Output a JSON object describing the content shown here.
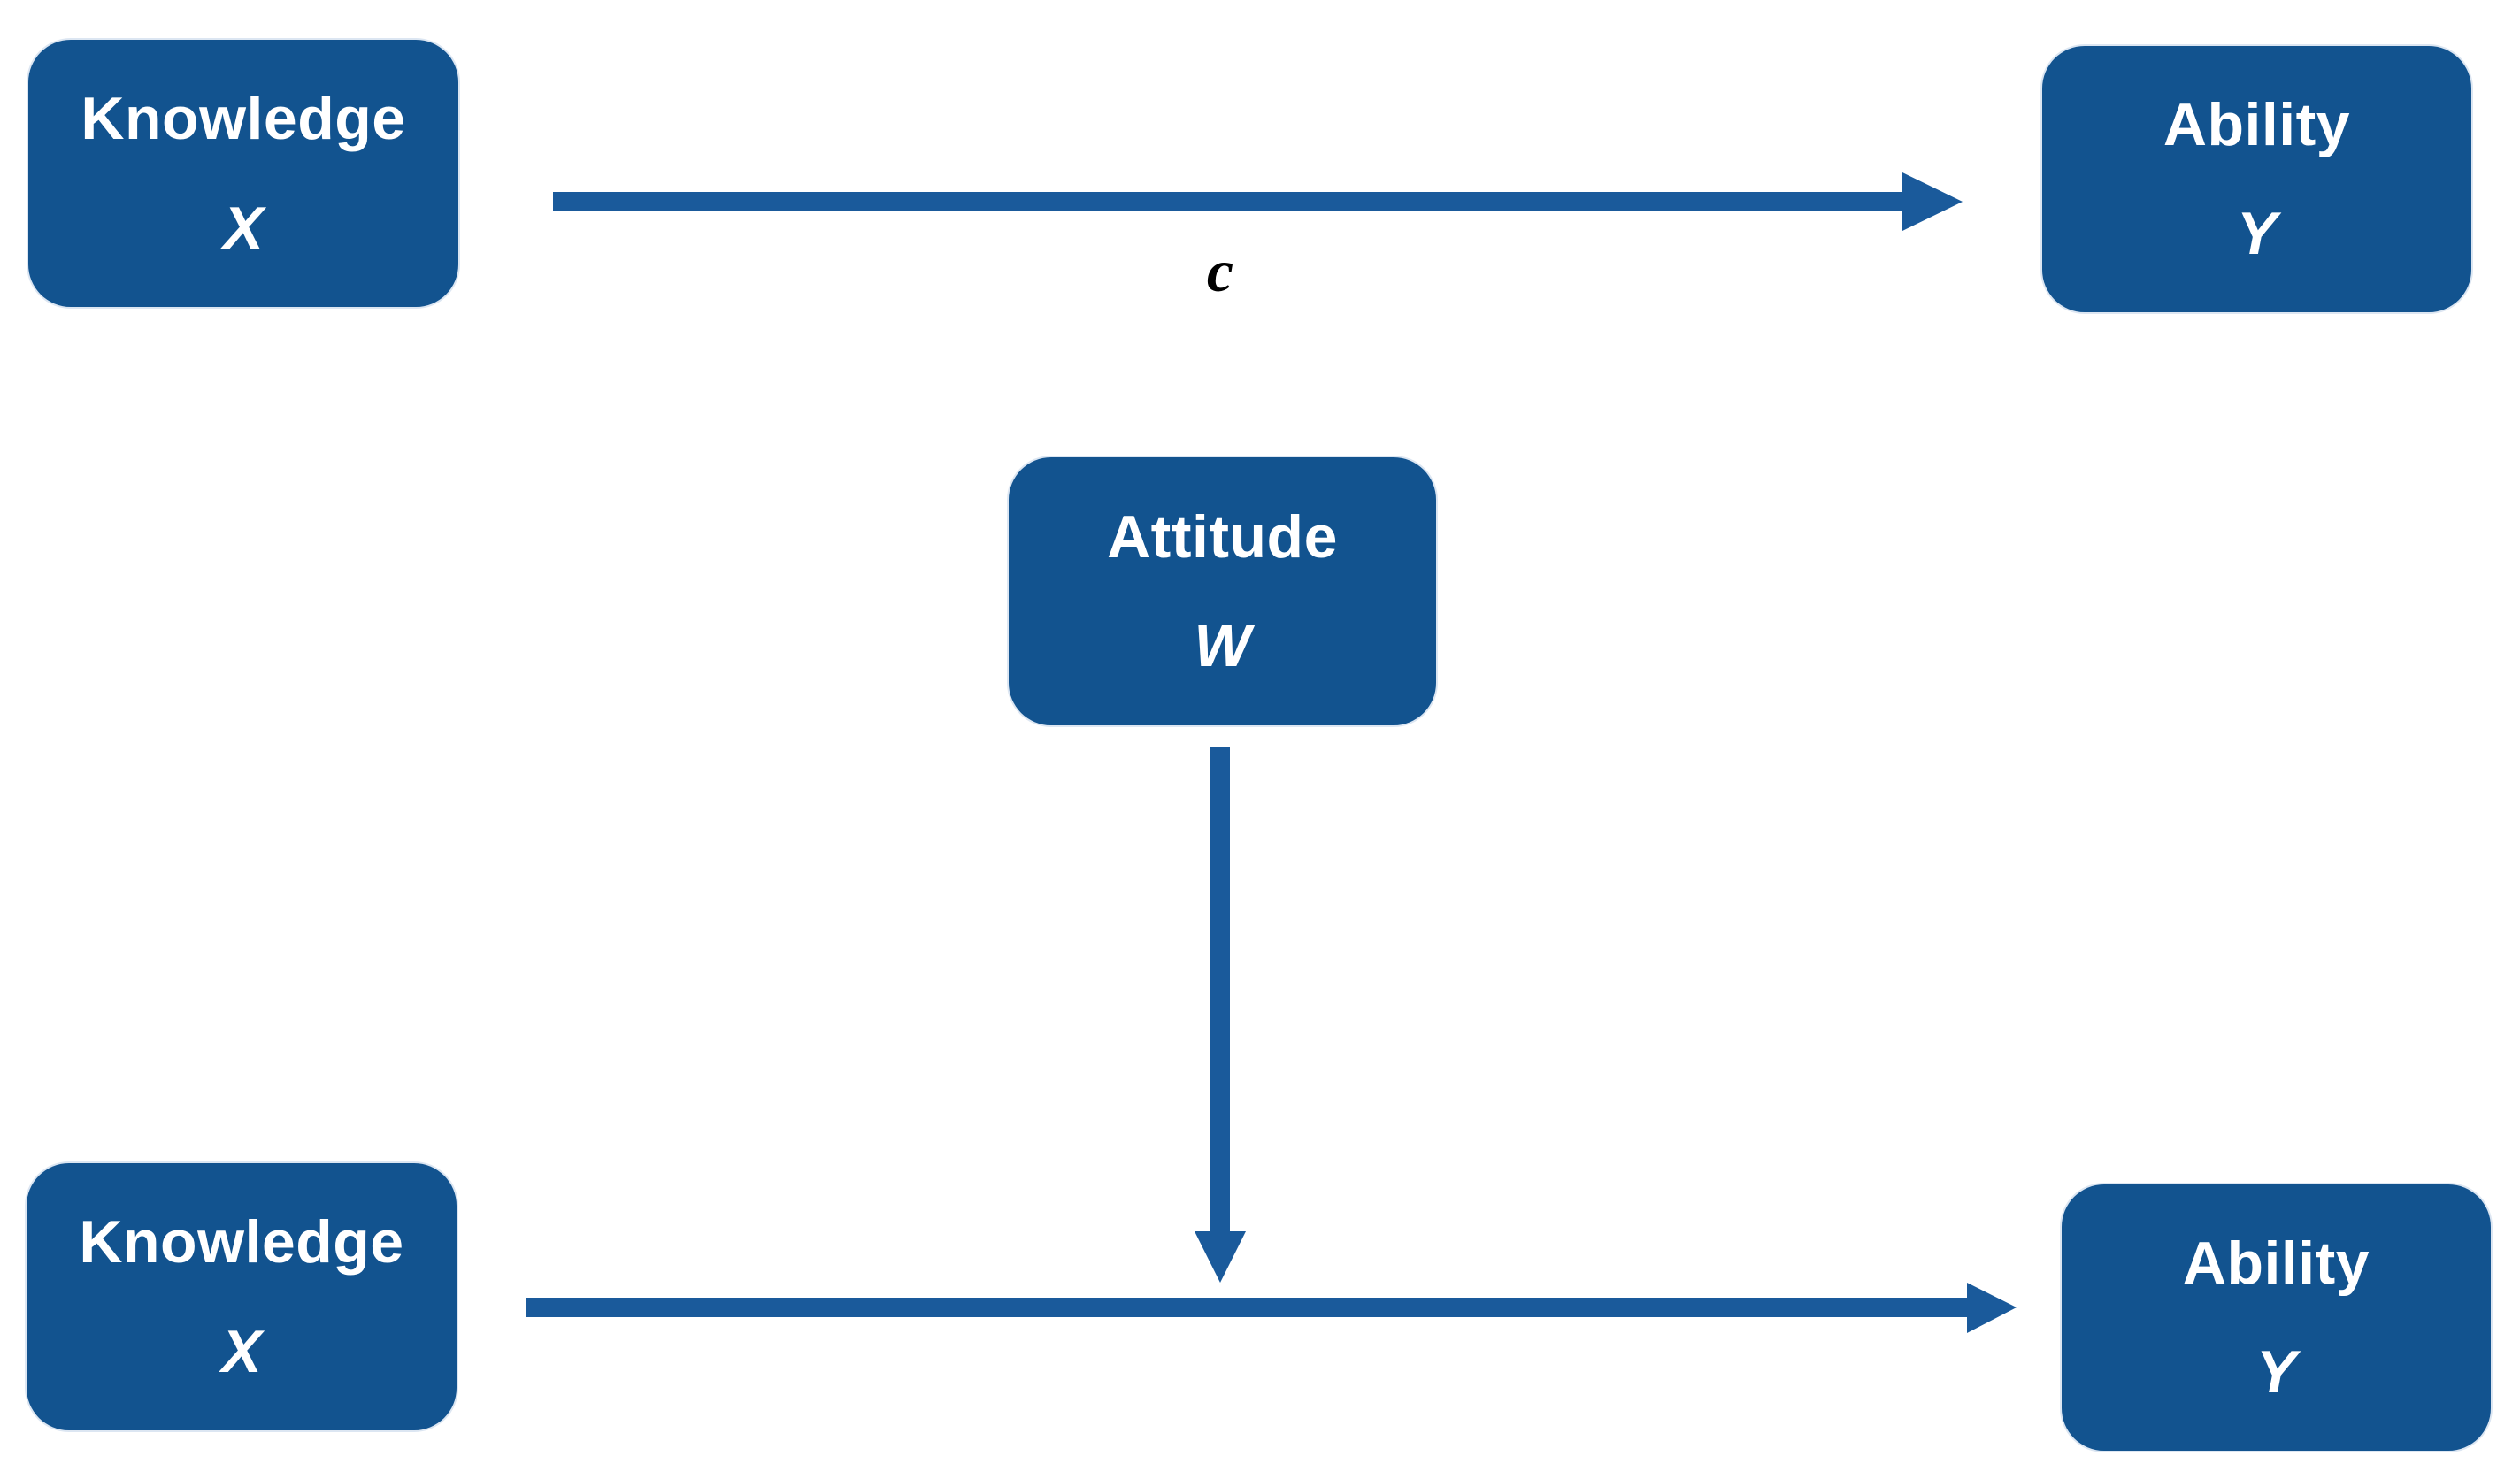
{
  "diagram": {
    "type": "moderation-model",
    "nodes": [
      {
        "id": "knowledge-top",
        "label": "Knowledge",
        "symbol": "X"
      },
      {
        "id": "ability-top",
        "label": "Ability",
        "symbol": "Y"
      },
      {
        "id": "attitude",
        "label": "Attitude",
        "symbol": "W"
      },
      {
        "id": "knowledge-bottom",
        "label": "Knowledge",
        "symbol": "X"
      },
      {
        "id": "ability-bottom",
        "label": "Ability",
        "symbol": "Y"
      }
    ],
    "edges": [
      {
        "from": "knowledge-top",
        "to": "ability-top",
        "label": "c",
        "direction": "right"
      },
      {
        "from": "attitude",
        "to": "knowledge-bottom-ability-bottom-path",
        "label": "",
        "direction": "down"
      },
      {
        "from": "knowledge-bottom",
        "to": "ability-bottom",
        "label": "",
        "direction": "right"
      }
    ],
    "colors": {
      "node_fill": "#12538F",
      "node_text": "#FFFFFF",
      "arrow": "#1A5A9B",
      "edge_label": "#000000",
      "background": "#FFFFFF"
    }
  }
}
